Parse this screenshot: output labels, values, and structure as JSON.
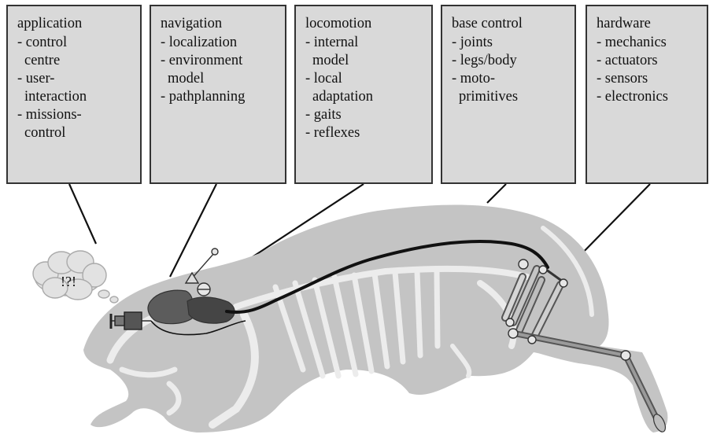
{
  "boxes": [
    {
      "title": "application",
      "items": [
        "- control",
        "  centre",
        "- user-",
        "  interaction",
        "- missions-",
        "  control"
      ]
    },
    {
      "title": "navigation",
      "items": [
        "- localization",
        "- environment",
        "  model",
        "- pathplanning"
      ]
    },
    {
      "title": "locomotion",
      "items": [
        "- internal",
        "  model",
        "- local",
        "  adaptation",
        "- gaits",
        "- reflexes"
      ]
    },
    {
      "title": "base control",
      "items": [
        "- joints",
        "- legs/body",
        "- moto-",
        "  primitives"
      ]
    },
    {
      "title": "hardware",
      "items": [
        "- mechanics",
        "- actuators",
        "- sensors",
        "- electronics"
      ]
    }
  ],
  "thought_text": "!?!",
  "colors": {
    "box_fill": "#d9d9d9",
    "body_fill": "#c4c4c4",
    "skeleton": "#ececec",
    "brain": "#5c5c5c",
    "wire": "#111111"
  }
}
